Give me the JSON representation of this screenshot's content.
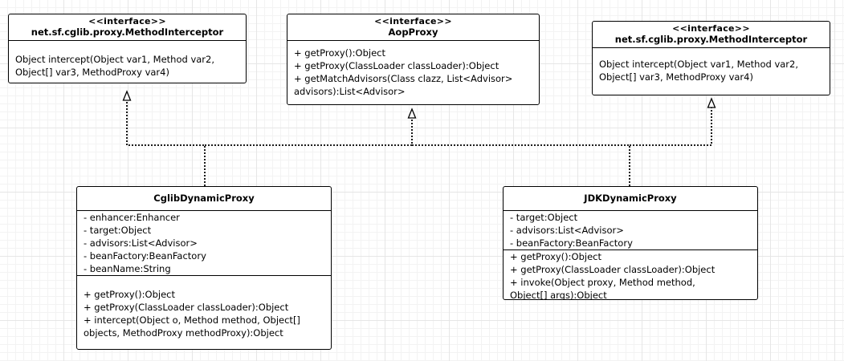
{
  "diagram": {
    "interface_cglib_left": {
      "stereotype": "<<interface>>",
      "name": "net.sf.cglib.proxy.MethodInterceptor",
      "methods": [
        "Object intercept(Object var1, Method var2,",
        "Object[] var3, MethodProxy var4)"
      ]
    },
    "interface_aop": {
      "stereotype": "<<interface>>",
      "name": "AopProxy",
      "methods": [
        "+ getProxy():Object",
        "+ getProxy(ClassLoader classLoader):Object",
        "+ getMatchAdvisors(Class clazz, List<Advisor>",
        "advisors):List<Advisor>"
      ]
    },
    "interface_cglib_right": {
      "stereotype": "<<interface>>",
      "name": "net.sf.cglib.proxy.MethodInterceptor",
      "methods": [
        "Object intercept(Object var1, Method var2,",
        "Object[] var3, MethodProxy var4)"
      ]
    },
    "class_cglib": {
      "name": "CglibDynamicProxy",
      "fields": [
        "- enhancer:Enhancer",
        "- target:Object",
        "- advisors:List<Advisor>",
        "- beanFactory:BeanFactory",
        "- beanName:String"
      ],
      "methods": [
        "+ getProxy():Object",
        "+ getProxy(ClassLoader classLoader):Object",
        "+ intercept(Object o, Method method, Object[]",
        "objects, MethodProxy methodProxy):Object"
      ]
    },
    "class_jdk": {
      "name": "JDKDynamicProxy",
      "fields": [
        "- target:Object",
        "- advisors:List<Advisor>",
        "- beanFactory:BeanFactory"
      ],
      "methods": [
        "+ getProxy():Object",
        "+ getProxy(ClassLoader classLoader):Object",
        "+ invoke(Object proxy, Method method,",
        "Object[] args):Object"
      ]
    }
  }
}
